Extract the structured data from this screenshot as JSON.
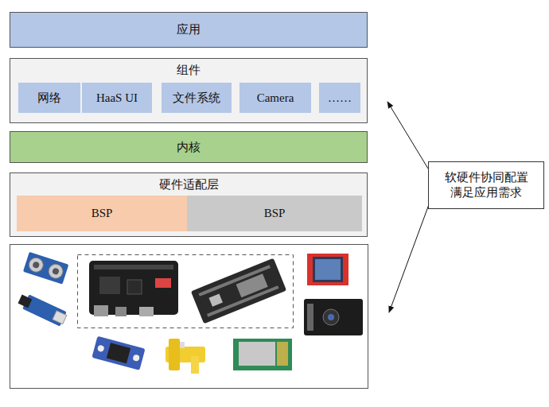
{
  "diagram": {
    "nodes": [
      {
        "text": [
          "应用"
        ]
      },
      {
        "text": [
          "组件"
        ]
      },
      {
        "text": [
          "网络"
        ],
        "in": 1
      },
      {
        "text": [
          "HaaS UI"
        ],
        "in": 1
      },
      {
        "text": [
          "文件系统"
        ],
        "in": 1
      },
      {
        "text": [
          "Camera"
        ],
        "in": 1
      },
      {
        "text": [
          "……"
        ],
        "in": 1
      },
      {
        "text": [
          "内核"
        ]
      },
      {
        "text": [
          "硬件适配层"
        ]
      },
      {
        "text": [
          "BSP"
        ],
        "in": 8
      },
      {
        "text": [
          "BSP"
        ],
        "in": 8
      },
      {
        "text": [
          "软硬件协同配置 满足应用需求"
        ]
      }
    ],
    "edges": [
      {
        "from": 11,
        "to": 1,
        "arrow": "to"
      }
    ]
  }
}
